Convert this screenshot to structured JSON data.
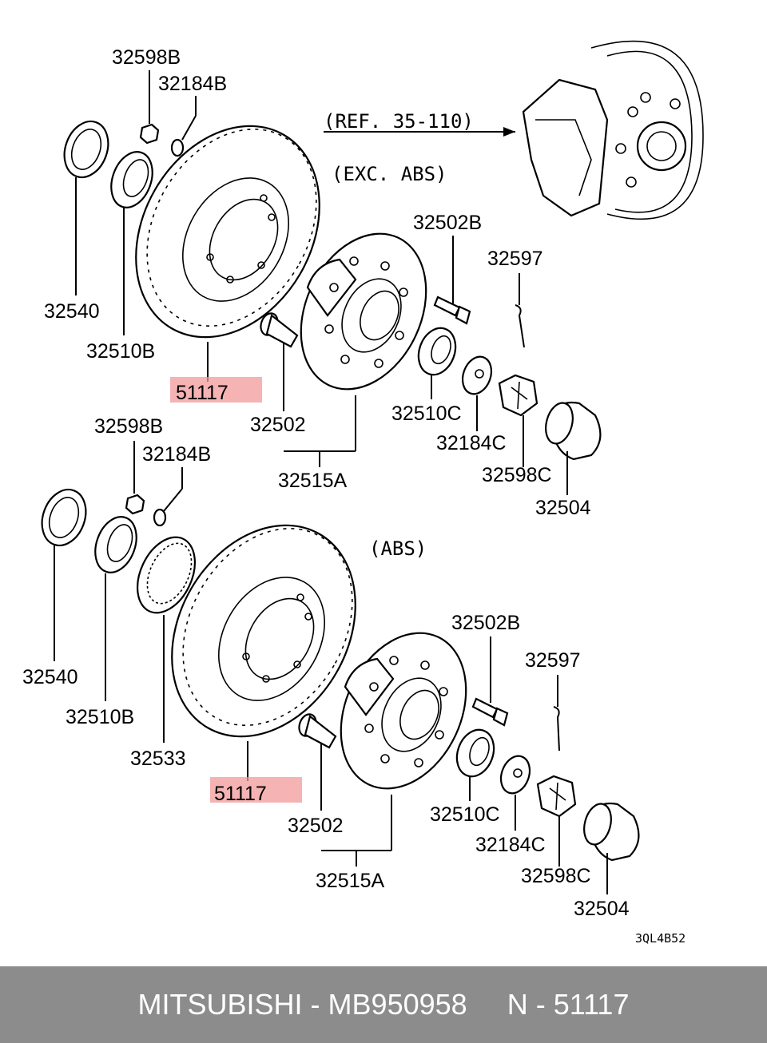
{
  "diagram": {
    "top": {
      "labels": {
        "nut_top": "32598B",
        "washer_top": "32184B",
        "seal": "32540",
        "bearing_inner": "32510B",
        "rotor": "51117",
        "ref": "(REF. 35-110)",
        "variant": "(EXC. ABS)",
        "bolt": "32502B",
        "cotter_pin": "32597",
        "stud": "32502",
        "bearing_outer": "32510C",
        "washer": "32184C",
        "castle_nut": "32598C",
        "hub_assy": "32515A",
        "cap": "32504"
      }
    },
    "bottom": {
      "labels": {
        "nut_top": "32598B",
        "washer_top": "32184B",
        "seal": "32540",
        "bearing_inner": "32510B",
        "abs_ring": "32533",
        "rotor": "51117",
        "variant": "(ABS)",
        "bolt": "32502B",
        "cotter_pin": "32597",
        "stud": "32502",
        "bearing_outer": "32510C",
        "washer": "32184C",
        "castle_nut": "32598C",
        "hub_assy": "32515A",
        "cap": "32504"
      }
    },
    "drawing_code": "3QL4B52",
    "highlight_color": "#f19a9a"
  },
  "footer": {
    "brand": "MITSUBISHI",
    "separator1": " - ",
    "part_number": "MB950958",
    "spacer": "     ",
    "position": "N",
    "separator2": " - ",
    "callout": "51117"
  }
}
